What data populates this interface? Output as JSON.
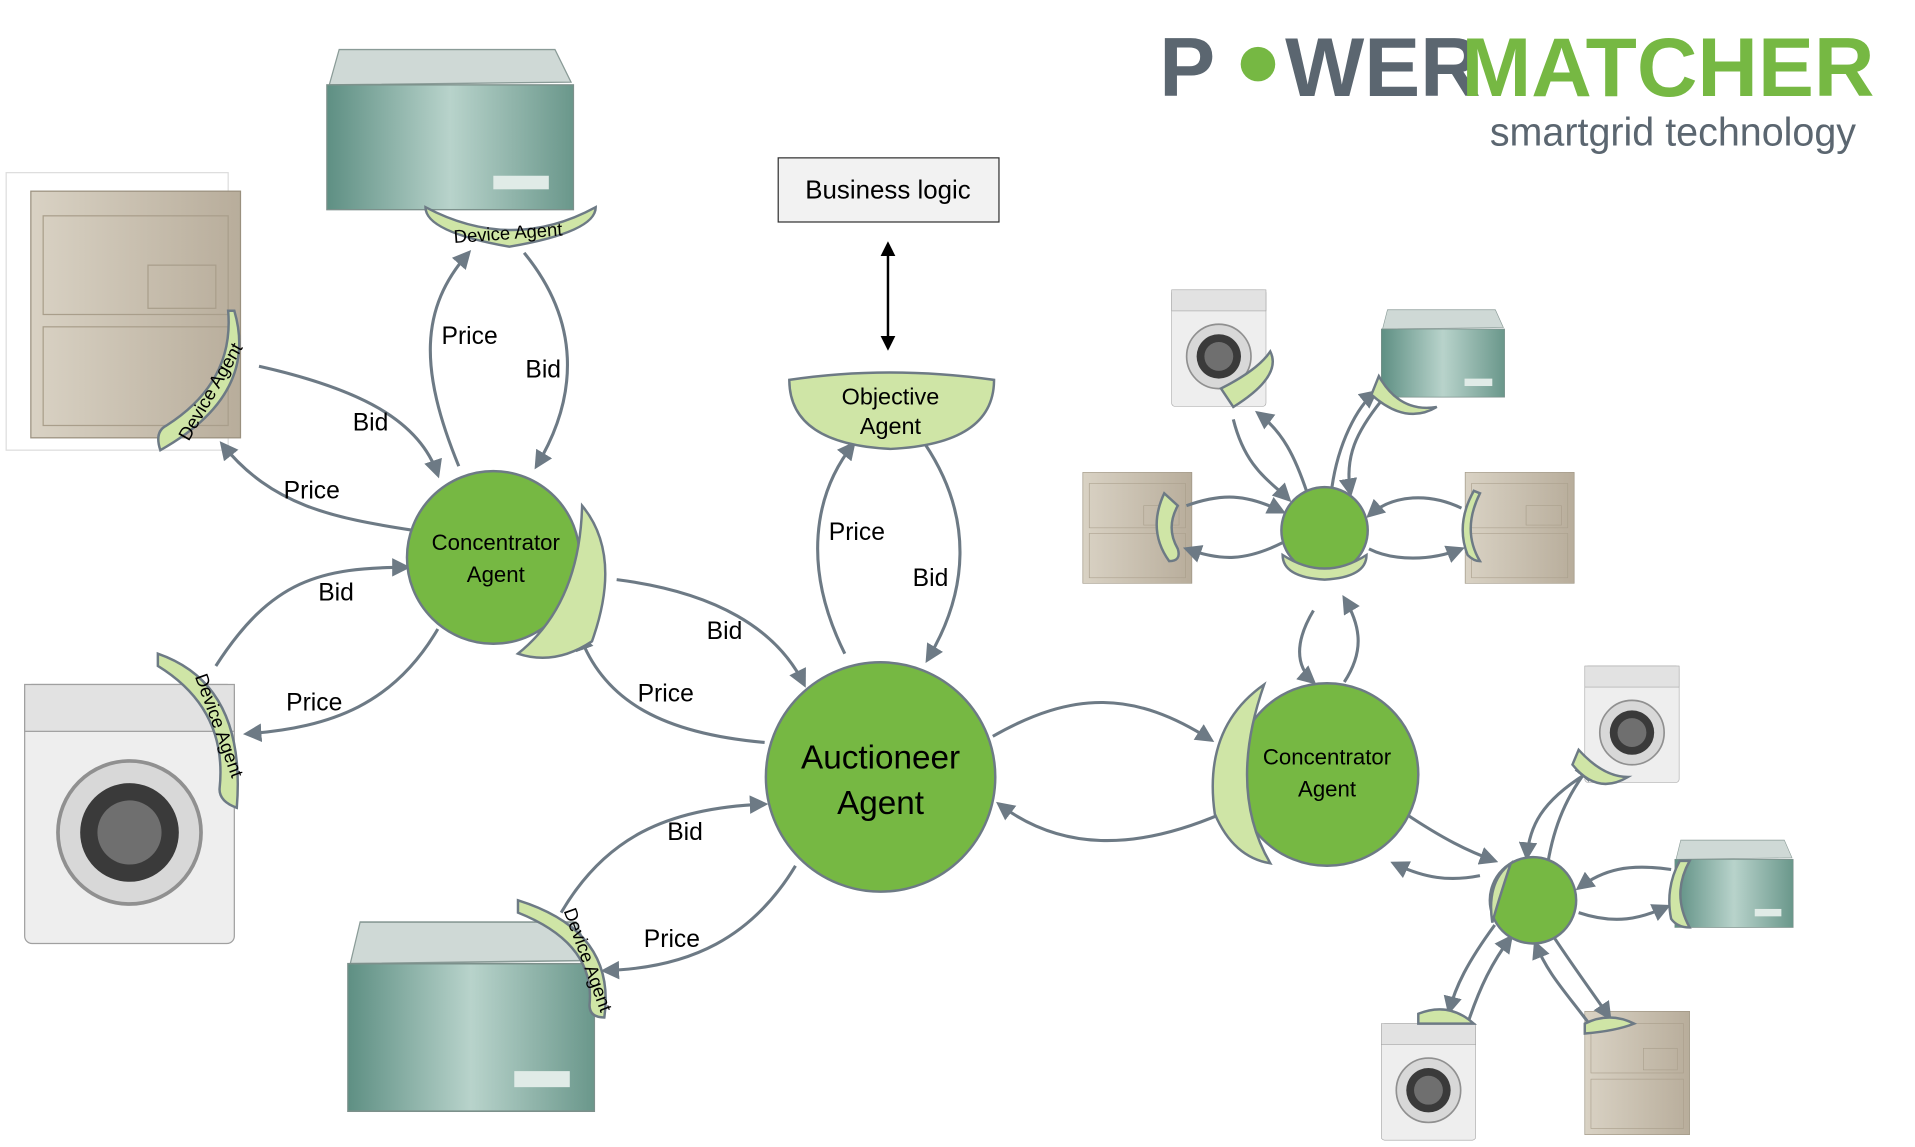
{
  "logo": {
    "word_part1": "P",
    "word_part2": "WER",
    "word_part3": "MATCHER",
    "tagline": "smartgrid technology",
    "colors": {
      "grey": "#5b6670",
      "green": "#76b843"
    }
  },
  "business_logic": "Business logic",
  "objective_agent": [
    "Objective",
    "Agent"
  ],
  "auctioneer": [
    "Auctioneer",
    "Agent"
  ],
  "concentrator_left": [
    "Concentrator",
    "Agent"
  ],
  "concentrator_right": [
    "Concentrator",
    "Agent"
  ],
  "device_agent_label": "Device Agent",
  "edge_labels": {
    "price_top": "Price",
    "bid_top": "Bid",
    "bid_left_top": "Bid",
    "price_left_top": "Price",
    "bid_left_mid": "Bid",
    "price_left_mid": "Price",
    "bid_conc_auc": "Bid",
    "price_conc_auc": "Price",
    "price_obj": "Price",
    "bid_obj": "Bid",
    "bid_freezer": "Bid",
    "price_freezer": "Price"
  },
  "colors": {
    "node": "#76b843",
    "agent": "#cfe5a6",
    "line": "#6d7a85"
  }
}
